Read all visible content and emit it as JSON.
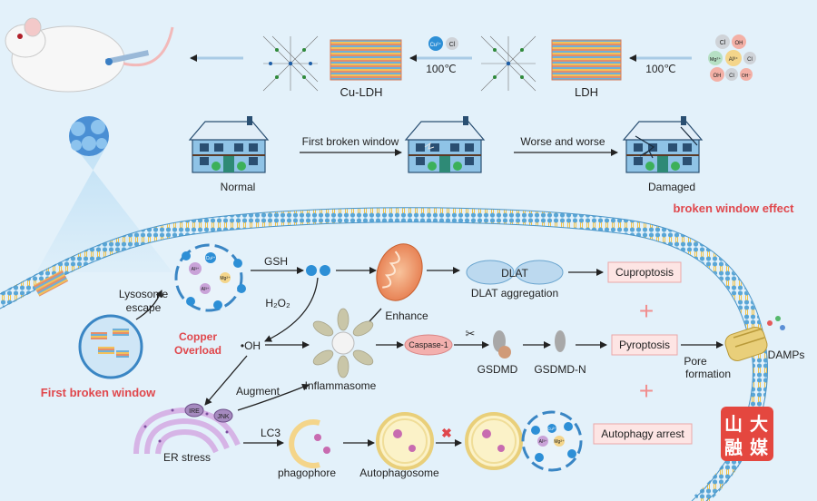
{
  "materials": {
    "cu_ldh": "Cu-LDH",
    "ldh": "LDH",
    "temp1": "100℃",
    "temp2": "100℃",
    "ion_cu": "Cu²⁺",
    "ion_cl": "Cl",
    "ion_oh": "OH",
    "ion_mg": "Mg²⁺",
    "ion_al": "Al³⁺",
    "ion_ohm": "OH⁻"
  },
  "houses": {
    "normal": "Normal",
    "damaged": "Damaged",
    "arrow1": "First broken window",
    "arrow2": "Worse and worse",
    "effect": "broken window effect"
  },
  "pathway": {
    "lysosome_escape": [
      "Lysosome",
      "escape"
    ],
    "copper_overload": [
      "Copper",
      "Overload"
    ],
    "first_broken_window": "First broken window",
    "gsh": "GSH",
    "h2o2": "H₂O₂",
    "oh_radical": "•OH",
    "enhance": "Enhance",
    "dlat": "DLAT",
    "dlat_aggregation": "DLAT aggregation",
    "cuproptosis": "Cuproptosis",
    "caspase": "Caspase-1",
    "gsdmd": "GSDMD",
    "gsdmd_n": "GSDMD-N",
    "pyroptosis": "Pyroptosis",
    "pore_formation": [
      "Pore",
      "formation"
    ],
    "damps": "DAMPs",
    "inflammasome": "Inflammasome",
    "augment": "Augment",
    "ire": "IRE",
    "jnk": "JNK",
    "er_stress": "ER stress",
    "lc3": "LC3",
    "phagophore": "phagophore",
    "autophagosome": "Autophagosome",
    "autophagy_arrest": "Autophagy arrest"
  },
  "ions": {
    "al": "Al³⁺",
    "cu": "Cu²⁺",
    "mg": "Mg²⁺"
  },
  "watermark": [
    "山",
    "大",
    "融",
    "媒"
  ]
}
